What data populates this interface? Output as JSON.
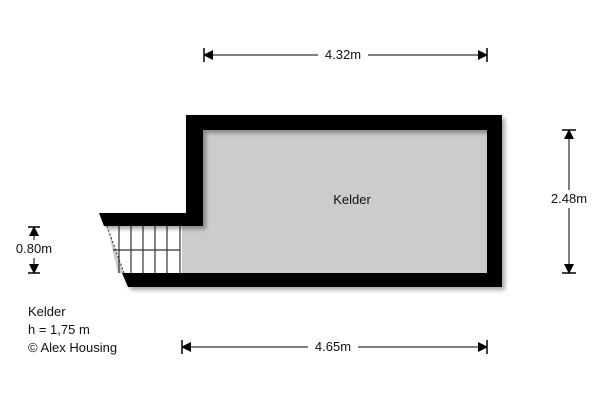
{
  "plan": {
    "room_label": "Kelder",
    "dimensions": {
      "top_width": "4.32m",
      "bottom_width": "4.65m",
      "right_height": "2.48m",
      "left_height": "0.80m"
    }
  },
  "info": {
    "floor_name": "Kelder",
    "height": "h = 1,75 m",
    "copyright": "© Alex Housing"
  },
  "colors": {
    "wall": "#000000",
    "floor": "#cccccc",
    "stairs": "#ffffff"
  }
}
